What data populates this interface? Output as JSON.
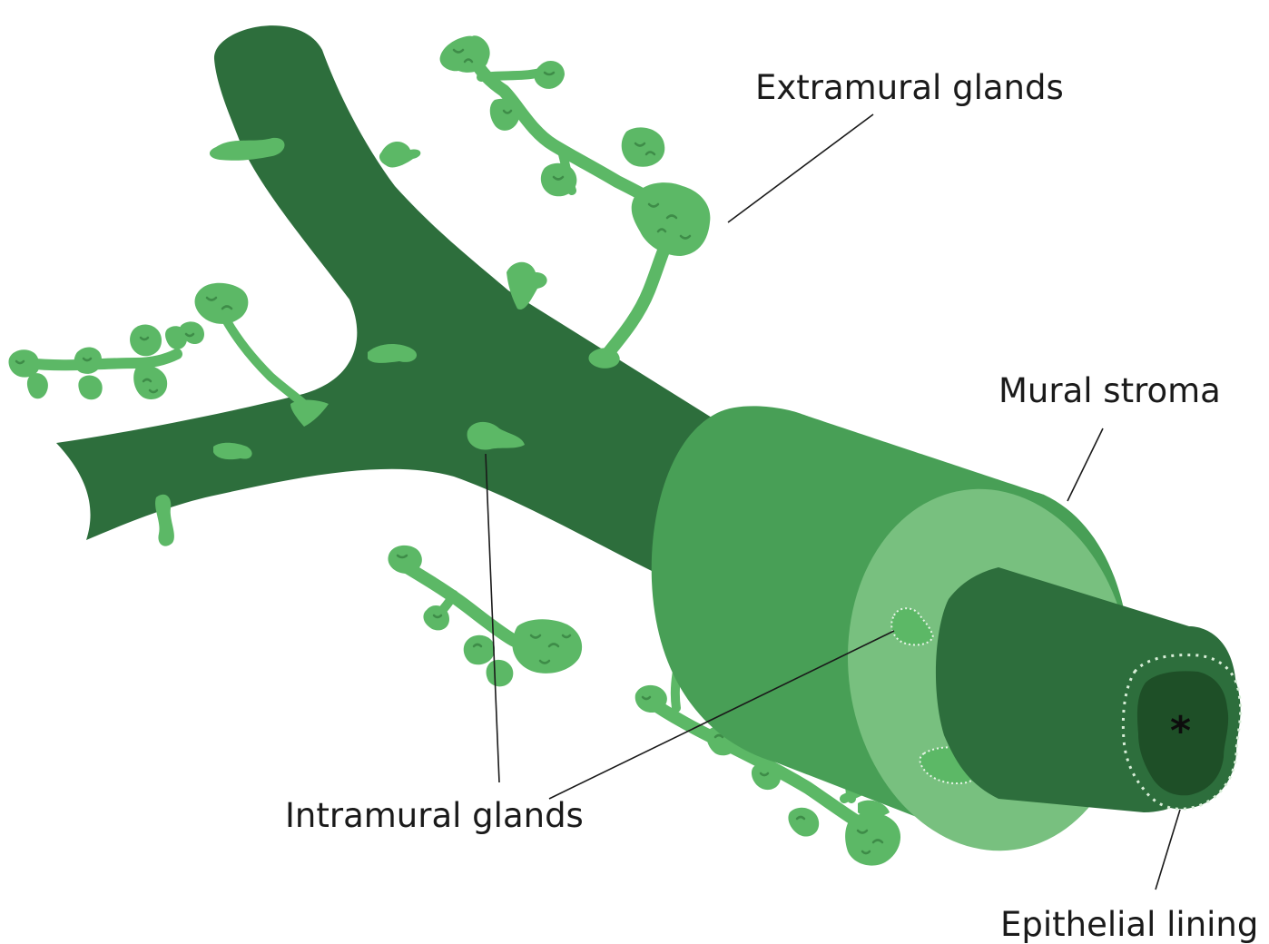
{
  "labels": {
    "extramural_glands": "Extramural glands",
    "mural_stroma": "Mural stroma",
    "intramural_glands": "Intramural glands",
    "epithelial_lining": "Epithelial lining",
    "lumen_marker": "*"
  },
  "colors": {
    "duct_dark": "#2d6e3c",
    "outer_cylinder": "#489f56",
    "mural_stroma_face": "#78c07f",
    "inner_duct": "#2d6e3c",
    "lumen": "#1e4f27",
    "gland": "#5cb866",
    "gland_detail": "#3e8c48",
    "leader_line": "#1a1a1a",
    "background": "#ffffff"
  }
}
